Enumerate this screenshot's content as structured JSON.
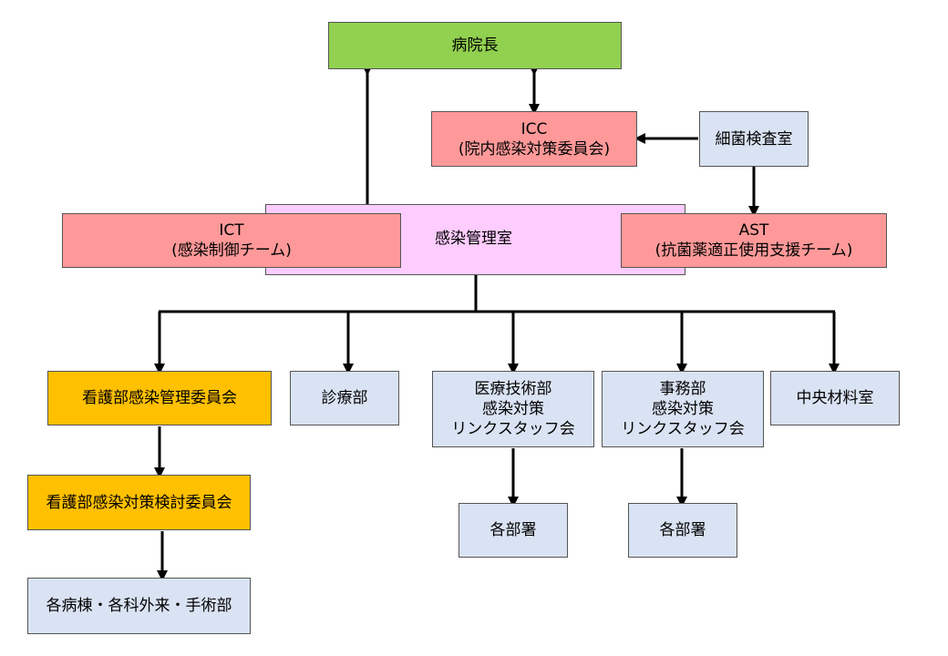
{
  "nodes": {
    "director": "病院長",
    "icc_line1": "ICC",
    "icc_line2": "(院内感染対策委員会)",
    "bacteriology": "細菌検査室",
    "infection_office": "感染管理室",
    "ict_line1": "ICT",
    "ict_line2": "(感染制御チーム)",
    "ast_line1": "AST",
    "ast_line2": "(抗菌薬適正使用支援チーム)",
    "nursing_committee": "看護部感染管理委員会",
    "clinical_dept": "診療部",
    "medtech_line1": "医療技術部",
    "medtech_line2": "感染対策",
    "medtech_line3": "リンクスタッフ会",
    "admin_line1": "事務部",
    "admin_line2": "感染対策",
    "admin_line3": "リンクスタッフ会",
    "central_supply": "中央材料室",
    "nursing_review": "看護部感染対策検討委員会",
    "medtech_depts": "各部署",
    "admin_depts": "各部署",
    "wards": "各病棟・各科外来・手術部"
  }
}
